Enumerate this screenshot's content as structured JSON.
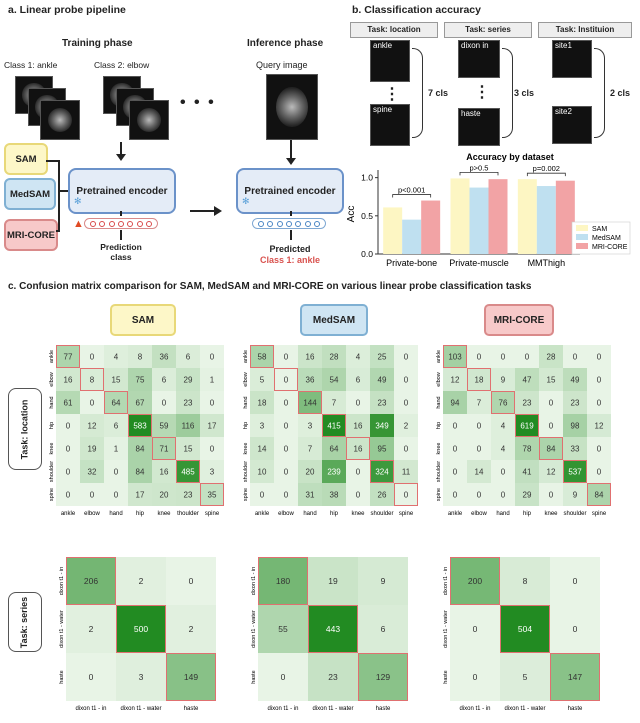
{
  "panel_a": {
    "title": "a. Linear probe pipeline",
    "training_phase": "Training phase",
    "inference_phase": "Inference phase",
    "class1": "Class 1: ankle",
    "class2": "Class 2: elbow",
    "query": "Query image",
    "models": [
      "SAM",
      "MedSAM",
      "MRI-CORE"
    ],
    "encoder": "Pretrained encoder",
    "prediction": "Prediction class",
    "predicted": "Predicted",
    "predicted_class": "Class 1: ankle",
    "dots": "• • •"
  },
  "panel_b": {
    "title": "b. Classification accuracy",
    "tasks": [
      {
        "head": "Task: location",
        "top": "ankle",
        "bottom": "spine",
        "count": "7 cls"
      },
      {
        "head": "Task: series",
        "top": "dixon in",
        "bottom": "haste",
        "count": "3 cls"
      },
      {
        "head": "Task: Instituion",
        "top": "site1",
        "bottom": "site2",
        "count": "2 cls"
      }
    ],
    "vdots": "⋮"
  },
  "chart_data": {
    "type": "bar",
    "title": "Accuracy by dataset",
    "ylabel": "Acc",
    "xlabel": "",
    "categories": [
      "Private-bone",
      "Private-muscle",
      "MMThigh"
    ],
    "series": [
      {
        "name": "SAM",
        "values": [
          0.61,
          0.99,
          0.98
        ]
      },
      {
        "name": "MedSAM",
        "values": [
          0.45,
          0.87,
          0.89
        ]
      },
      {
        "name": "MRI-CORE",
        "values": [
          0.7,
          0.98,
          0.96
        ]
      }
    ],
    "colors": [
      "#fdf6c3",
      "#bfe0f0",
      "#f2a3a5"
    ],
    "ylim": [
      0,
      1.1
    ],
    "yticks": [
      "0.0",
      "0.5",
      "1.0"
    ],
    "annotations": [
      "p<0.001",
      "p>0.5",
      "p=0.002"
    ],
    "legend_position": "bottom-right"
  },
  "panel_c": {
    "title": "c. Confusion matrix comparison for SAM, MedSAM and MRI-CORE on various linear probe classification tasks",
    "models": [
      {
        "name": "SAM",
        "fill": "#fdf7c8",
        "border": "#e8d878"
      },
      {
        "name": "MedSAM",
        "fill": "#cfe5f3",
        "border": "#7fb0d3"
      },
      {
        "name": "MRI-CORE",
        "fill": "#f7c9c9",
        "border": "#d98a8a"
      }
    ],
    "task_location_label": "Task: location",
    "task_series_label": "Task: series",
    "location_labels": [
      "ankle",
      "elbow",
      "hand",
      "hip",
      "knee",
      "shoulder",
      "spine"
    ],
    "location_bottom_labels": [
      [
        "ankle",
        "elbow",
        "hand",
        "hip",
        "knee",
        "thoulder",
        "spine"
      ],
      [
        "ankle",
        "elbow",
        "hand",
        "hip",
        "knee",
        "shoulder",
        "spine"
      ],
      [
        "ankle",
        "elbow",
        "hand",
        "hip",
        "knee",
        "shoulder",
        "spine"
      ]
    ],
    "series_labels": [
      "dixon t1 - in",
      "dixon t1 - water",
      "haste"
    ],
    "location_matrices": [
      [
        [
          77,
          0,
          4,
          8,
          36,
          6,
          0
        ],
        [
          16,
          8,
          15,
          75,
          6,
          29,
          1
        ],
        [
          61,
          0,
          64,
          67,
          0,
          23,
          0
        ],
        [
          0,
          12,
          6,
          583,
          59,
          116,
          17
        ],
        [
          0,
          19,
          1,
          84,
          71,
          15,
          0
        ],
        [
          0,
          32,
          0,
          84,
          16,
          485,
          3
        ],
        [
          0,
          0,
          0,
          17,
          20,
          23,
          35
        ]
      ],
      [
        [
          58,
          0,
          16,
          28,
          4,
          25,
          0
        ],
        [
          5,
          0,
          36,
          54,
          6,
          49,
          0
        ],
        [
          18,
          0,
          144,
          7,
          0,
          23,
          0
        ],
        [
          3,
          0,
          3,
          415,
          16,
          349,
          2
        ],
        [
          14,
          0,
          7,
          64,
          16,
          95,
          0
        ],
        [
          10,
          0,
          20,
          239,
          0,
          324,
          11
        ],
        [
          0,
          0,
          31,
          38,
          0,
          26,
          0
        ]
      ],
      [
        [
          103,
          0,
          0,
          0,
          28,
          0,
          0
        ],
        [
          12,
          18,
          9,
          47,
          15,
          49,
          0
        ],
        [
          94,
          7,
          76,
          23,
          0,
          23,
          0
        ],
        [
          0,
          0,
          4,
          619,
          0,
          98,
          12
        ],
        [
          0,
          0,
          4,
          78,
          84,
          33,
          0
        ],
        [
          0,
          14,
          0,
          41,
          12,
          537,
          0
        ],
        [
          0,
          0,
          0,
          29,
          0,
          9,
          84
        ]
      ]
    ],
    "series_matrices": [
      [
        [
          206,
          2,
          0
        ],
        [
          2,
          500,
          2
        ],
        [
          0,
          3,
          149
        ]
      ],
      [
        [
          180,
          19,
          9
        ],
        [
          55,
          443,
          6
        ],
        [
          0,
          23,
          129
        ]
      ],
      [
        [
          200,
          8,
          0
        ],
        [
          0,
          504,
          0
        ],
        [
          0,
          5,
          147
        ]
      ]
    ]
  }
}
